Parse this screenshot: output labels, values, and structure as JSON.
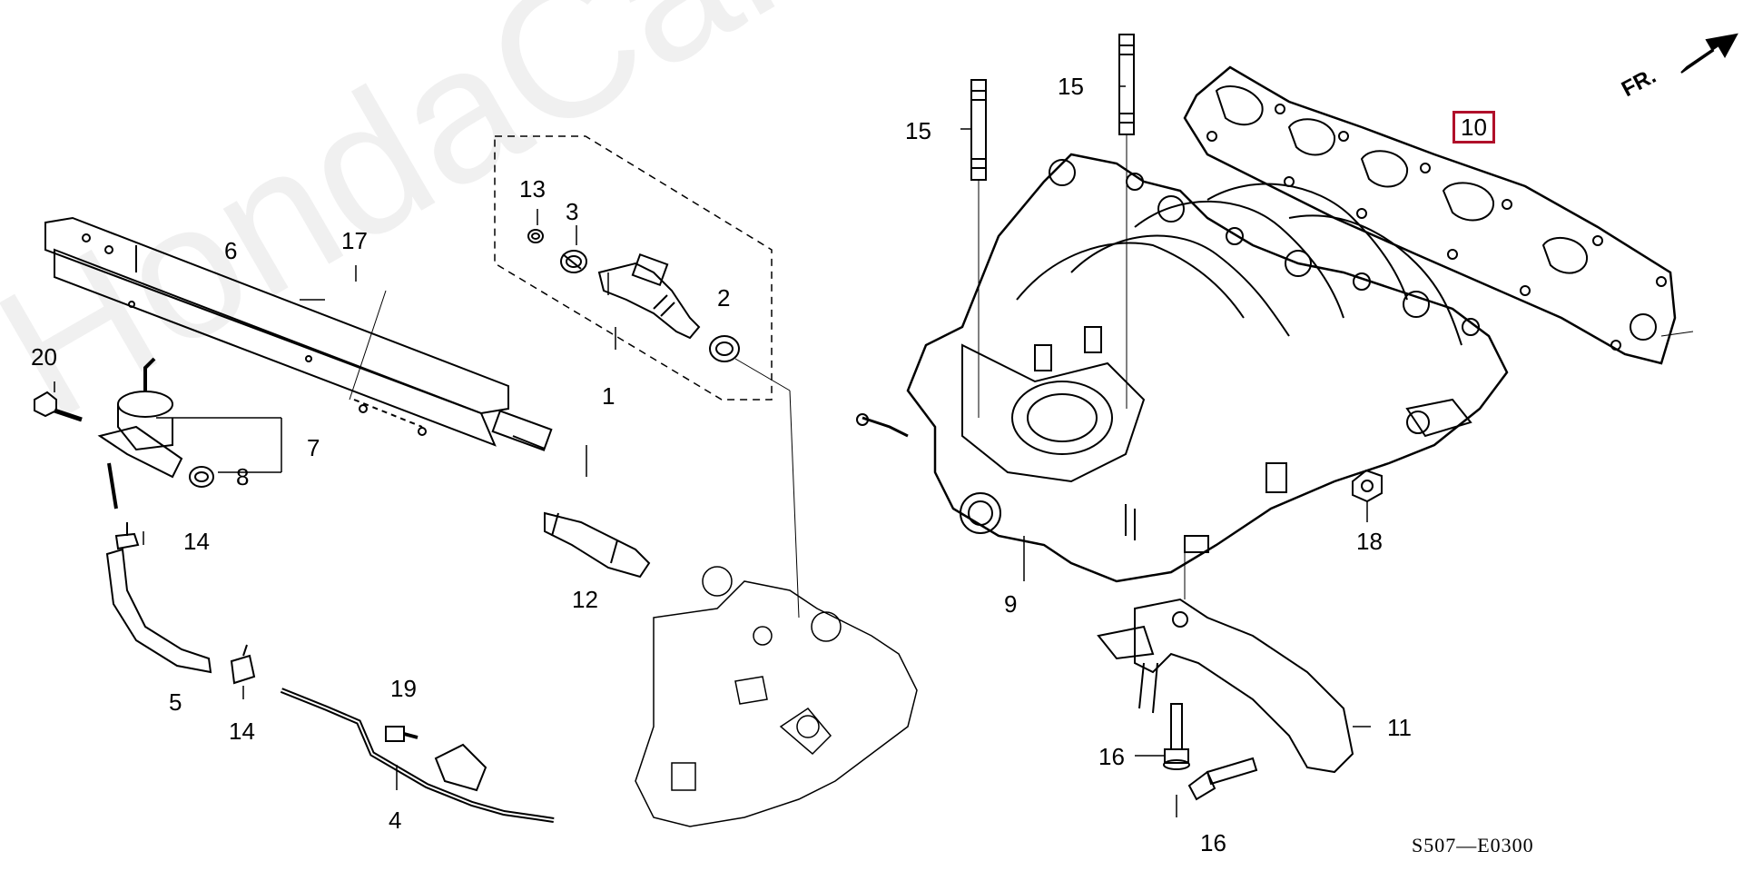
{
  "watermark": "HondaCarWire.ru",
  "diagram_code": "S507—E0300",
  "front_indicator": "FR.",
  "callouts": {
    "c1": "1",
    "c2": "2",
    "c3": "3",
    "c4": "4",
    "c5": "5",
    "c6": "6",
    "c7": "7",
    "c8": "8",
    "c9": "9",
    "c10": "10",
    "c11": "11",
    "c12": "12",
    "c13": "13",
    "c14a": "14",
    "c14b": "14",
    "c15a": "15",
    "c15b": "15",
    "c16a": "16",
    "c16b": "16",
    "c17": "17",
    "c18": "18",
    "c19": "19",
    "c20": "20"
  },
  "colors": {
    "line": "#000000",
    "highlight_box": "#b0102a",
    "watermark": "#e6e6e6"
  }
}
